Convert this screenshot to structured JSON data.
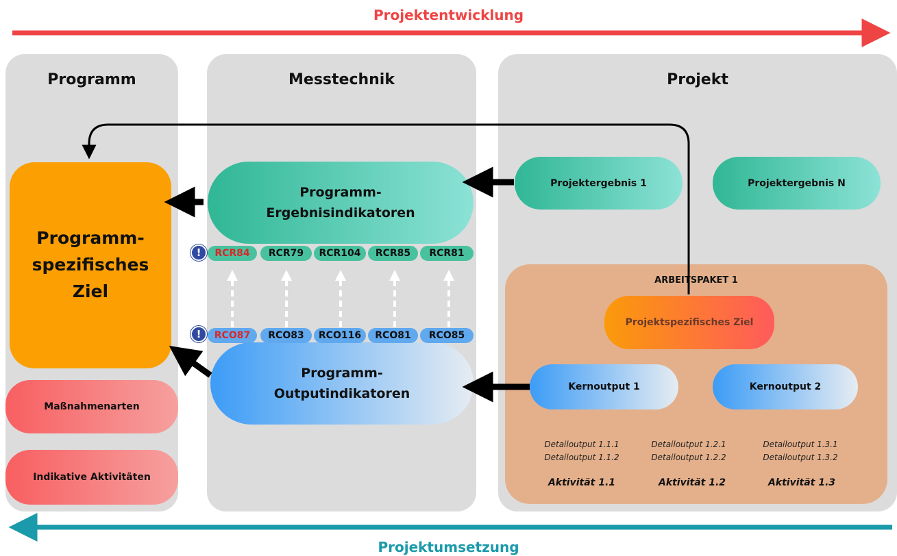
{
  "header": {
    "top_title": "Projektentwicklung",
    "bottom_title": "Projektumsetzung"
  },
  "colors": {
    "top_arrow": "#ef4444",
    "bottom_arrow": "#1a9aaa"
  },
  "panels": {
    "programm": {
      "title": "Programm"
    },
    "messtechnik": {
      "title": "Messtechnik"
    },
    "projekt": {
      "title": "Projekt"
    }
  },
  "programm": {
    "specific_goal": [
      "Programm-",
      "spezifisches",
      "Ziel"
    ],
    "measure_types": "Maßnahmenarten",
    "indicative_activities": "Indikative Aktivitäten"
  },
  "messtechnik": {
    "result_indicators": [
      "Programm-",
      "Ergebnisindikatoren"
    ],
    "output_indicators": [
      "Programm-",
      "Outputindikatoren"
    ],
    "result_codes": [
      "RCR84",
      "RCR79",
      "RCR104",
      "RCR85",
      "RCR81"
    ],
    "output_codes": [
      "RCO87",
      "RCO83",
      "RCO116",
      "RCO81",
      "RCO85"
    ],
    "alert_badge": "!"
  },
  "projekt": {
    "result_1": "Projektergebnis 1",
    "result_n": "Projektergebnis N",
    "workpackage": {
      "title": "ARBEITSPAKET 1",
      "specific_goal": "Projektspezifisches Ziel",
      "core_output_1": "Kernoutput 1",
      "core_output_2": "Kernoutput 2",
      "details": [
        [
          "Detailoutput 1.1.1",
          "Detailoutput 1.1.2"
        ],
        [
          "Detailoutput 1.2.1",
          "Detailoutput 1.2.2"
        ],
        [
          "Detailoutput 1.3.1",
          "Detailoutput 1.3.2"
        ]
      ],
      "activities": [
        "Aktivität 1.1",
        "Aktivität 1.2",
        "Aktivität 1.3"
      ]
    }
  }
}
